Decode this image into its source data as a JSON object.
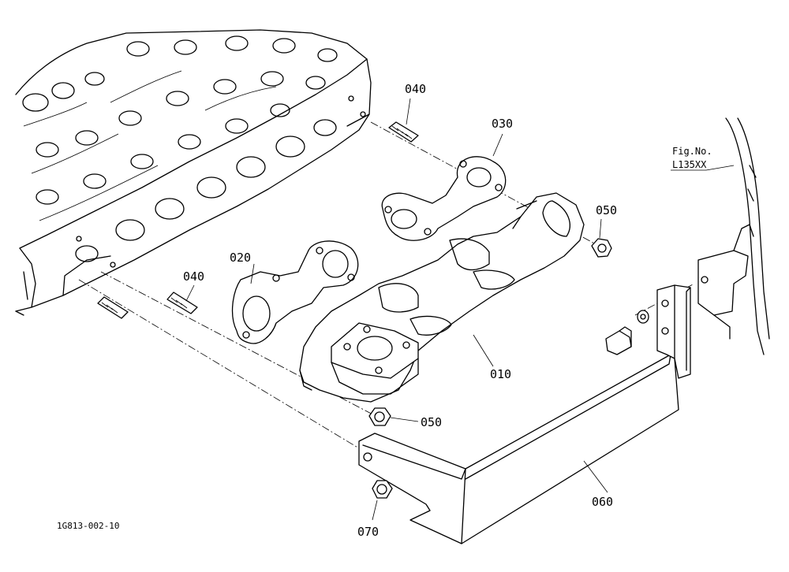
{
  "diagram_code": "1G813-002-10",
  "fig_ref": {
    "line1": "Fig.No.",
    "line2": "L135XX"
  },
  "parts": [
    {
      "id": "stud-bolt-upper",
      "label": "040"
    },
    {
      "id": "gasket-upper",
      "label": "030"
    },
    {
      "id": "nut-upper",
      "label": "050"
    },
    {
      "id": "gasket-lower",
      "label": "020"
    },
    {
      "id": "stud-bolt-lower",
      "label": "040"
    },
    {
      "id": "exhaust-manifold",
      "label": "010"
    },
    {
      "id": "nut-lower",
      "label": "050"
    },
    {
      "id": "heat-shield-cover",
      "label": "060"
    },
    {
      "id": "nut-bottom",
      "label": "070"
    }
  ]
}
